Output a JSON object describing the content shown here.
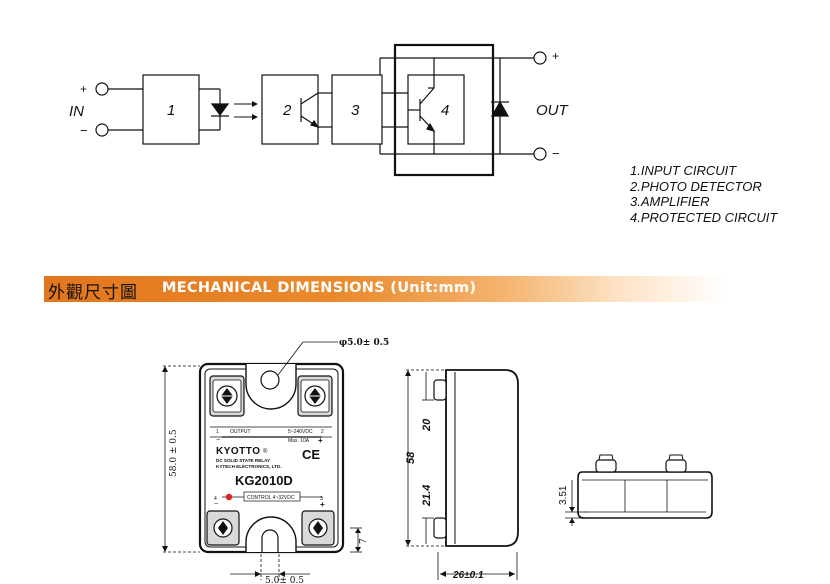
{
  "circuit": {
    "in_label": "IN",
    "out_label": "OUT",
    "plus": "+",
    "minus": "−",
    "blocks": [
      "1",
      "2",
      "3",
      "4"
    ]
  },
  "legend": [
    "1.INPUT  CIRCUIT",
    "2.PHOTO DETECTOR",
    "3.AMPLIFIER",
    "4.PROTECTED  CIRCUIT"
  ],
  "banner": {
    "chinese": "外觀尺寸圖",
    "english": "MECHANICAL DIMENSIONS (Unit:mm)"
  },
  "front_view": {
    "hole_dim": "φ5.0± 0.5",
    "height_dim": "58.0 ± 0.5",
    "slot_dim": "7",
    "bottom_dim": "5.0± 0.5",
    "output_label": "OUTPUT",
    "voltage_label": "5~240VDC",
    "max_label": "Max. 10A",
    "brand": "KYOTTO",
    "registered": "®",
    "ce_mark": "CE",
    "subtitle": "DC SOLID STATE RELAY",
    "company": "KYTECH ELECTRONICS, LTD.",
    "model": "KG2010D",
    "control_label": "CONTROL 4~32VDC",
    "pin1": "1",
    "pin2": "2",
    "pin3": "3",
    "pin4": "4",
    "minus": "−",
    "plus": "+"
  },
  "side_view": {
    "dim_top": "20",
    "dim_total": "58",
    "dim_bottom": "21.4",
    "dim_width": "26±0.1"
  },
  "end_view": {
    "dim_height": "3.51"
  },
  "colors": {
    "line": "#111111",
    "banner_orange": "#e2761c",
    "led_dot": "#e02020"
  }
}
